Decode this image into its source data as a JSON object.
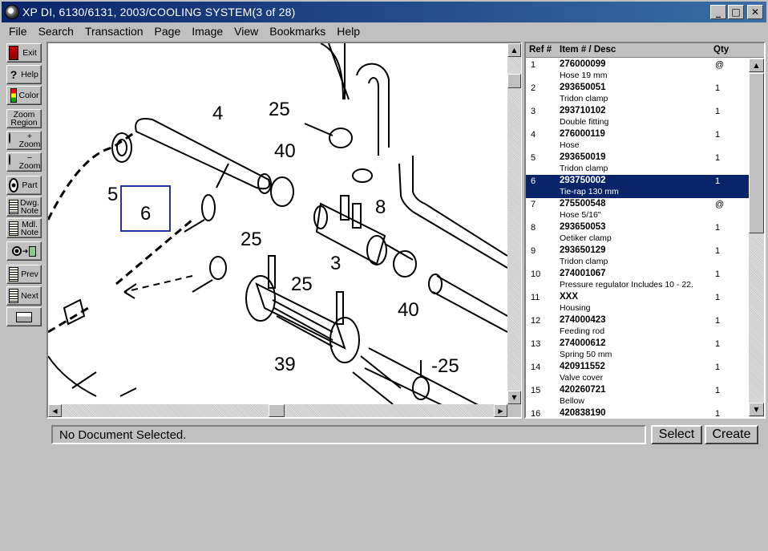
{
  "window": {
    "title": "XP DI, 6130/6131, 2003/COOLING SYSTEM(3 of 28)",
    "minimize": "_",
    "maximize": "□",
    "close": "✕"
  },
  "menu": [
    "File",
    "Search",
    "Transaction",
    "Page",
    "Image",
    "View",
    "Bookmarks",
    "Help"
  ],
  "toolbar": {
    "exit": "Exit",
    "help": "Help",
    "color": "Color",
    "zoom_region": [
      "Zoom",
      "Region"
    ],
    "zoom_in": [
      "+",
      "Zoom"
    ],
    "zoom_out": [
      "−",
      "Zoom"
    ],
    "part": "Part",
    "dwg_note": [
      "Dwg.",
      "Note"
    ],
    "mdl_note": [
      "Mdl.",
      "Note"
    ],
    "prev": "Prev",
    "next": "Next"
  },
  "diagram": {
    "callouts": [
      "4",
      "25",
      "40",
      "5",
      "6",
      "8",
      "25",
      "3",
      "25",
      "40",
      "39",
      "-25"
    ]
  },
  "parts_list": {
    "headers": {
      "ref": "Ref #",
      "item": "Item # / Desc",
      "qty": "Qty"
    },
    "selected_index": 5,
    "rows": [
      {
        "ref": "1",
        "item": "276000099",
        "desc": "Hose 19 mm",
        "qty": "@"
      },
      {
        "ref": "2",
        "item": "293650051",
        "desc": "Tridon clamp",
        "qty": "1"
      },
      {
        "ref": "3",
        "item": "293710102",
        "desc": "Double fitting",
        "qty": "1"
      },
      {
        "ref": "4",
        "item": "276000119",
        "desc": "Hose",
        "qty": "1"
      },
      {
        "ref": "5",
        "item": "293650019",
        "desc": "Tridon clamp",
        "qty": "1"
      },
      {
        "ref": "6",
        "item": "293750002",
        "desc": "Tie-rap 130 mm",
        "qty": "1"
      },
      {
        "ref": "7",
        "item": "275500548",
        "desc": "Hose 5/16\"",
        "qty": "@"
      },
      {
        "ref": "8",
        "item": "293650053",
        "desc": "Oetiker clamp",
        "qty": "1"
      },
      {
        "ref": "9",
        "item": "293650129",
        "desc": "Tridon clamp",
        "qty": "1"
      },
      {
        "ref": "10",
        "item": "274001067",
        "desc": "Pressure regulator  Includes 10 - 22.",
        "qty": "1"
      },
      {
        "ref": "11",
        "item": "XXX",
        "desc": "Housing",
        "qty": "1"
      },
      {
        "ref": "12",
        "item": "274000423",
        "desc": "Feeding rod",
        "qty": "1"
      },
      {
        "ref": "13",
        "item": "274000612",
        "desc": "Spring 50 mm",
        "qty": "1"
      },
      {
        "ref": "14",
        "item": "420911552",
        "desc": "Valve cover",
        "qty": "1"
      },
      {
        "ref": "15",
        "item": "420260721",
        "desc": "Bellow",
        "qty": "1"
      },
      {
        "ref": "16",
        "item": "420838190",
        "desc": "",
        "qty": "1"
      }
    ]
  },
  "status": {
    "document": "No Document Selected.",
    "select": "Select",
    "create": "Create"
  }
}
